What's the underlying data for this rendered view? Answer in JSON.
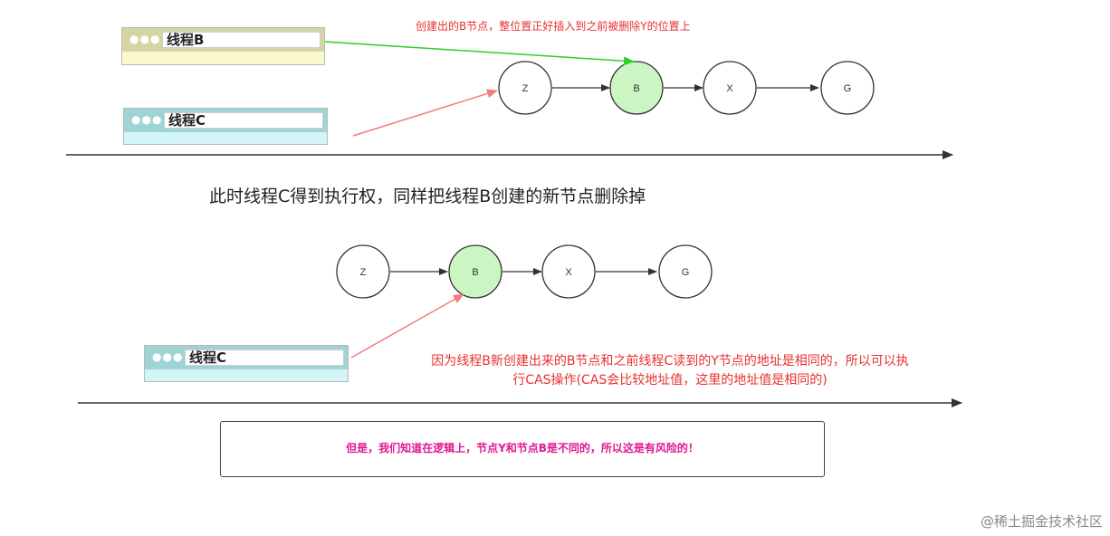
{
  "diagram1": {
    "thread_b_label": "线程B",
    "thread_c_label": "线程C",
    "note": "创建出的B节点，整位置正好插入到之前被删除Y的位置上",
    "nodes": [
      "Z",
      "B",
      "X",
      "G"
    ],
    "highlight_node": "B"
  },
  "heading": "此时线程C得到执行权，同样把线程B创建的新节点删除掉",
  "diagram2": {
    "thread_c_label": "线程C",
    "nodes": [
      "Z",
      "B",
      "X",
      "G"
    ],
    "highlight_node": "B",
    "explanation_line1": "因为线程B新创建出来的B节点和之前线程C读到的Y节点的地址是相同的，所以可以执",
    "explanation_line2": "行CAS操作(CAS会比较地址值，这里的地址值是相同的)"
  },
  "warning": "但是，我们知道在逻辑上，节点Y和节点B是不同的，所以这是有风险的！",
  "watermark": "@稀土掘金技术社区",
  "colors": {
    "highlight_fill": "#ccf5c4",
    "note_red": "#e8302e",
    "green_arrow": "#2bd12b",
    "pink_arrow": "#f37b7b",
    "warning_magenta": "#e0198f"
  }
}
